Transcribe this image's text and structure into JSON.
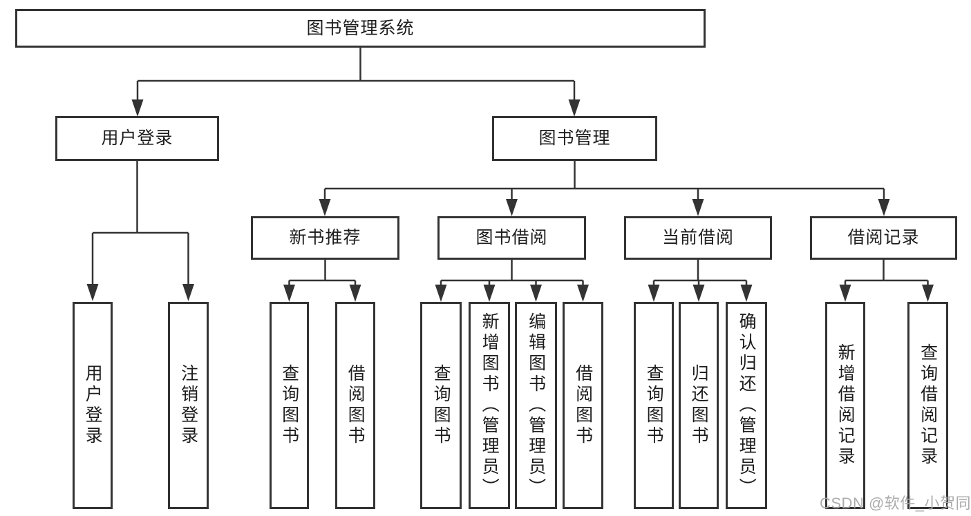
{
  "diagram_title": "图书管理系统",
  "colors": {
    "line": "#333333",
    "box_border": "#333333",
    "box_background": "#ffffff",
    "text": "#1d1d1d",
    "watermark": "#a8a8a8"
  },
  "tree": {
    "root": "图书管理系统",
    "level2": [
      {
        "label": "用户登录"
      },
      {
        "label": "图书管理"
      }
    ],
    "level3": [
      {
        "label": "新书推荐"
      },
      {
        "label": "图书借阅"
      },
      {
        "label": "当前借阅"
      },
      {
        "label": "借阅记录"
      }
    ],
    "leaves": {
      "user_login": [
        "用户登录",
        "注销登录"
      ],
      "new_book": [
        "查询图书",
        "借阅图书"
      ],
      "book_borrow": [
        "查询图书",
        "新增图书（管理员）",
        "编辑图书（管理员）",
        "借阅图书"
      ],
      "current_borrow": [
        "查询图书",
        "归还图书",
        "确认归还（管理员）"
      ],
      "borrow_records": [
        "新增借阅记录",
        "查询借阅记录"
      ]
    }
  },
  "watermark": "CSDN @软件_小贺同学"
}
